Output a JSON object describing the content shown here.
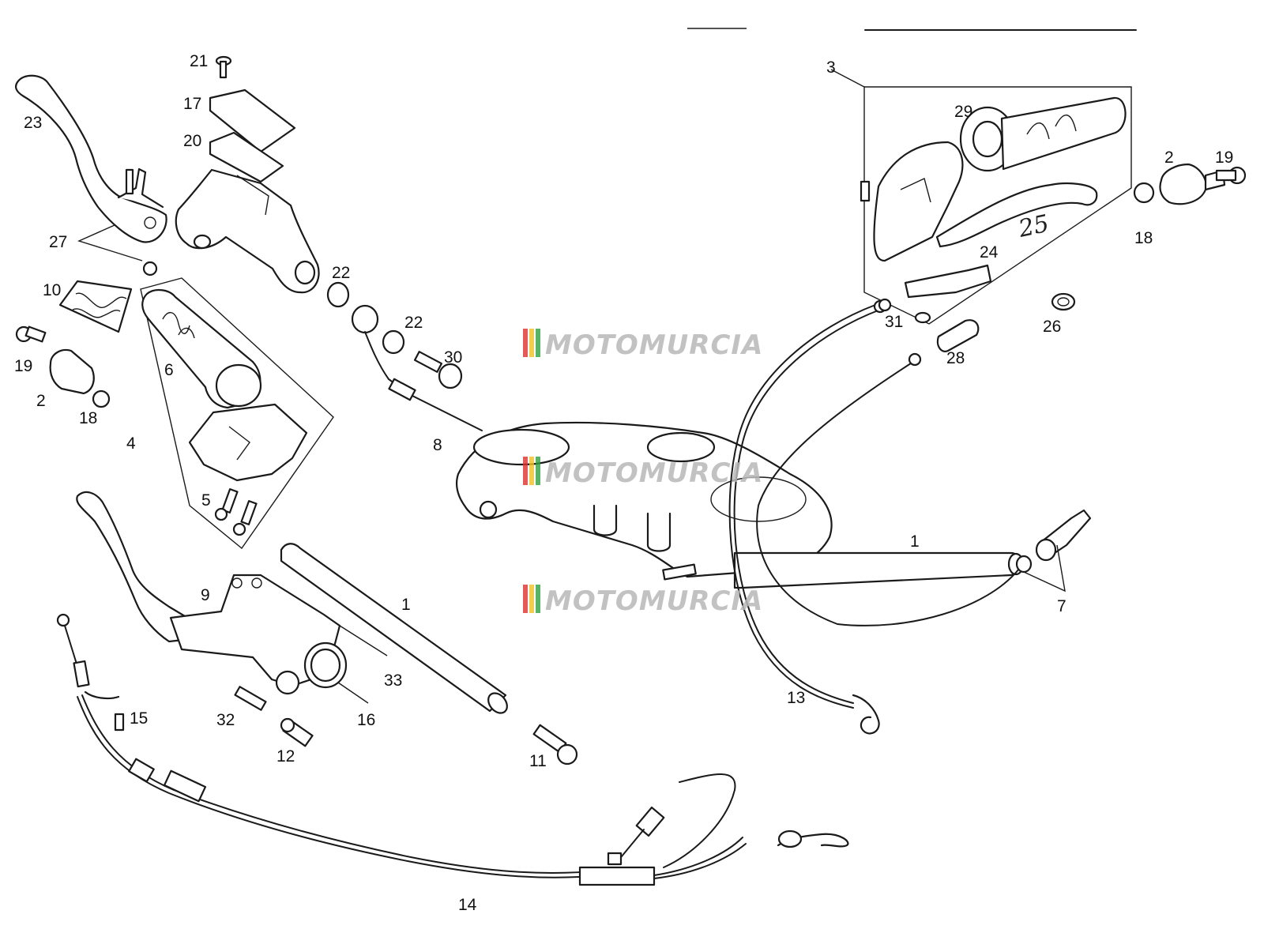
{
  "watermark": {
    "text": "MOTOMURCIA",
    "stripe_colors": [
      "#e03030",
      "#f0c020",
      "#30a040"
    ]
  },
  "handwritten_note": "25",
  "callouts": [
    {
      "id": "c23",
      "text": "23"
    },
    {
      "id": "c21",
      "text": "21"
    },
    {
      "id": "c17",
      "text": "17"
    },
    {
      "id": "c20",
      "text": "20"
    },
    {
      "id": "c27",
      "text": "27"
    },
    {
      "id": "c10",
      "text": "10"
    },
    {
      "id": "c19a",
      "text": "19"
    },
    {
      "id": "c2a",
      "text": "2"
    },
    {
      "id": "c18a",
      "text": "18"
    },
    {
      "id": "c6",
      "text": "6"
    },
    {
      "id": "c4",
      "text": "4"
    },
    {
      "id": "c5",
      "text": "5"
    },
    {
      "id": "c22a",
      "text": "22"
    },
    {
      "id": "c22b",
      "text": "22"
    },
    {
      "id": "c30",
      "text": "30"
    },
    {
      "id": "c8",
      "text": "8"
    },
    {
      "id": "c3",
      "text": "3"
    },
    {
      "id": "c29",
      "text": "29"
    },
    {
      "id": "c2b",
      "text": "2"
    },
    {
      "id": "c19b",
      "text": "19"
    },
    {
      "id": "c18b",
      "text": "18"
    },
    {
      "id": "c24",
      "text": "24"
    },
    {
      "id": "c31",
      "text": "31"
    },
    {
      "id": "c26",
      "text": "26"
    },
    {
      "id": "c28",
      "text": "28"
    },
    {
      "id": "c1a",
      "text": "1"
    },
    {
      "id": "c1b",
      "text": "1"
    },
    {
      "id": "c7",
      "text": "7"
    },
    {
      "id": "c9",
      "text": "9"
    },
    {
      "id": "c33",
      "text": "33"
    },
    {
      "id": "c16",
      "text": "16"
    },
    {
      "id": "c32",
      "text": "32"
    },
    {
      "id": "c12",
      "text": "12"
    },
    {
      "id": "c15",
      "text": "15"
    },
    {
      "id": "c11",
      "text": "11"
    },
    {
      "id": "c13",
      "text": "13"
    },
    {
      "id": "c14",
      "text": "14"
    }
  ]
}
